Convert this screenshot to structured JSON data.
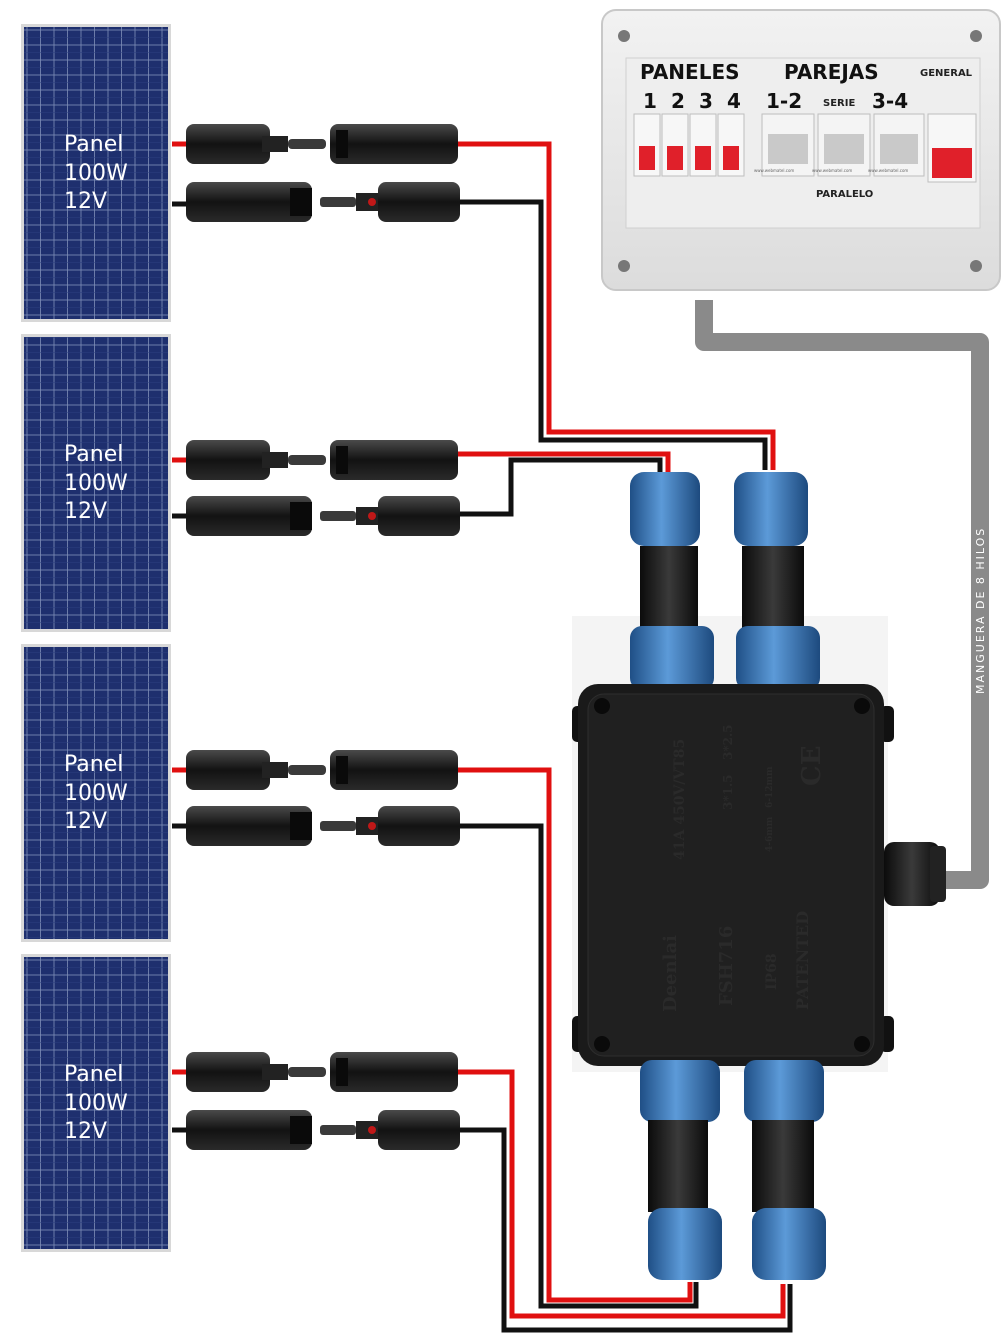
{
  "panels": [
    {
      "line1": "Panel",
      "line2": "100W",
      "line3": "12V"
    },
    {
      "line1": "Panel",
      "line2": "100W",
      "line3": "12V"
    },
    {
      "line1": "Panel",
      "line2": "100W",
      "line3": "12V"
    },
    {
      "line1": "Panel",
      "line2": "100W",
      "line3": "12V"
    }
  ],
  "cabinet": {
    "paneles": "PANELES",
    "parejas": "PAREJAS",
    "general": "GENERAL",
    "n1": "1",
    "n2": "2",
    "n3": "3",
    "n4": "4",
    "pair12": "1-2",
    "serie": "SERIE",
    "pair34": "3-4",
    "paralelo": "PARALELO",
    "breaker_site": "www.webmatel.com"
  },
  "hose_label": "MANGUERA DE 8 HILOS",
  "junction_box": {
    "brand": "Deenlai",
    "model": "FSH716",
    "rating": "41A 450V/VT85",
    "ce": "CE",
    "ip": "IP68",
    "patented": "PATENTED",
    "cable_a": "3*1.5",
    "cable_b": "3*2.5",
    "dia_a": "4-6mm",
    "dia_b": "6-12mm"
  },
  "colors": {
    "positive_wire": "#e01010",
    "negative_wire": "#111111",
    "hose": "#8a8a8a",
    "panel_cell": "#1c2f6b",
    "gland_blue": "#3b78b8",
    "breaker_red": "#e0202a"
  }
}
